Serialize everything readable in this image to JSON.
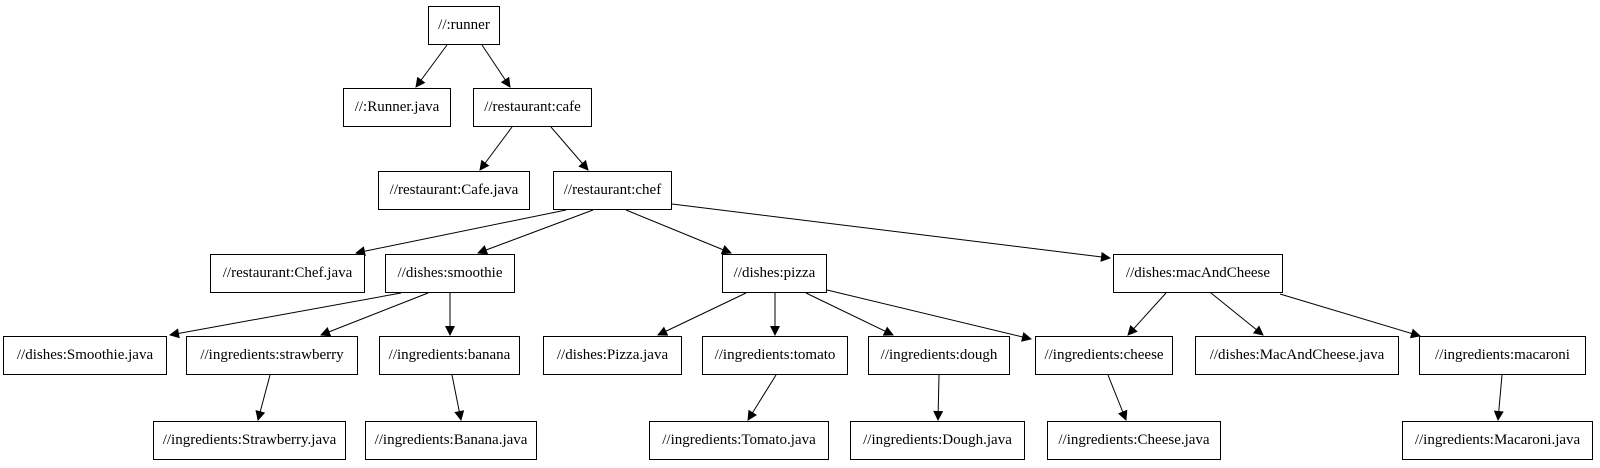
{
  "diagram": {
    "type": "dependency-graph",
    "background_color": "#ffffff",
    "node_fill_color": "#ffffff",
    "node_border_color": "#000000",
    "edge_color": "#000000",
    "nodes": [
      {
        "id": "runner",
        "label": "//:runner"
      },
      {
        "id": "runner-java",
        "label": "//:Runner.java"
      },
      {
        "id": "cafe",
        "label": "//restaurant:cafe"
      },
      {
        "id": "cafe-java",
        "label": "//restaurant:Cafe.java"
      },
      {
        "id": "chef",
        "label": "//restaurant:chef"
      },
      {
        "id": "chef-java",
        "label": "//restaurant:Chef.java"
      },
      {
        "id": "smoothie",
        "label": "//dishes:smoothie"
      },
      {
        "id": "pizza",
        "label": "//dishes:pizza"
      },
      {
        "id": "macandcheese",
        "label": "//dishes:macAndCheese"
      },
      {
        "id": "smoothie-java",
        "label": "//dishes:Smoothie.java"
      },
      {
        "id": "strawberry",
        "label": "//ingredients:strawberry"
      },
      {
        "id": "banana",
        "label": "//ingredients:banana"
      },
      {
        "id": "pizza-java",
        "label": "//dishes:Pizza.java"
      },
      {
        "id": "tomato",
        "label": "//ingredients:tomato"
      },
      {
        "id": "dough",
        "label": "//ingredients:dough"
      },
      {
        "id": "cheese",
        "label": "//ingredients:cheese"
      },
      {
        "id": "macandcheese-java",
        "label": "//dishes:MacAndCheese.java"
      },
      {
        "id": "macaroni",
        "label": "//ingredients:macaroni"
      },
      {
        "id": "strawberry-java",
        "label": "//ingredients:Strawberry.java"
      },
      {
        "id": "banana-java",
        "label": "//ingredients:Banana.java"
      },
      {
        "id": "tomato-java",
        "label": "//ingredients:Tomato.java"
      },
      {
        "id": "dough-java",
        "label": "//ingredients:Dough.java"
      },
      {
        "id": "cheese-java",
        "label": "//ingredients:Cheese.java"
      },
      {
        "id": "macaroni-java",
        "label": "//ingredients:Macaroni.java"
      }
    ],
    "edges": [
      {
        "from": "runner",
        "to": "runner-java"
      },
      {
        "from": "runner",
        "to": "cafe"
      },
      {
        "from": "cafe",
        "to": "cafe-java"
      },
      {
        "from": "cafe",
        "to": "chef"
      },
      {
        "from": "chef",
        "to": "chef-java"
      },
      {
        "from": "chef",
        "to": "smoothie"
      },
      {
        "from": "chef",
        "to": "pizza"
      },
      {
        "from": "chef",
        "to": "macandcheese"
      },
      {
        "from": "smoothie",
        "to": "smoothie-java"
      },
      {
        "from": "smoothie",
        "to": "strawberry"
      },
      {
        "from": "smoothie",
        "to": "banana"
      },
      {
        "from": "strawberry",
        "to": "strawberry-java"
      },
      {
        "from": "banana",
        "to": "banana-java"
      },
      {
        "from": "pizza",
        "to": "pizza-java"
      },
      {
        "from": "pizza",
        "to": "tomato"
      },
      {
        "from": "pizza",
        "to": "dough"
      },
      {
        "from": "pizza",
        "to": "cheese"
      },
      {
        "from": "macandcheese",
        "to": "cheese"
      },
      {
        "from": "macandcheese",
        "to": "macandcheese-java"
      },
      {
        "from": "macandcheese",
        "to": "macaroni"
      },
      {
        "from": "tomato",
        "to": "tomato-java"
      },
      {
        "from": "dough",
        "to": "dough-java"
      },
      {
        "from": "cheese",
        "to": "cheese-java"
      },
      {
        "from": "macaroni",
        "to": "macaroni-java"
      }
    ]
  }
}
